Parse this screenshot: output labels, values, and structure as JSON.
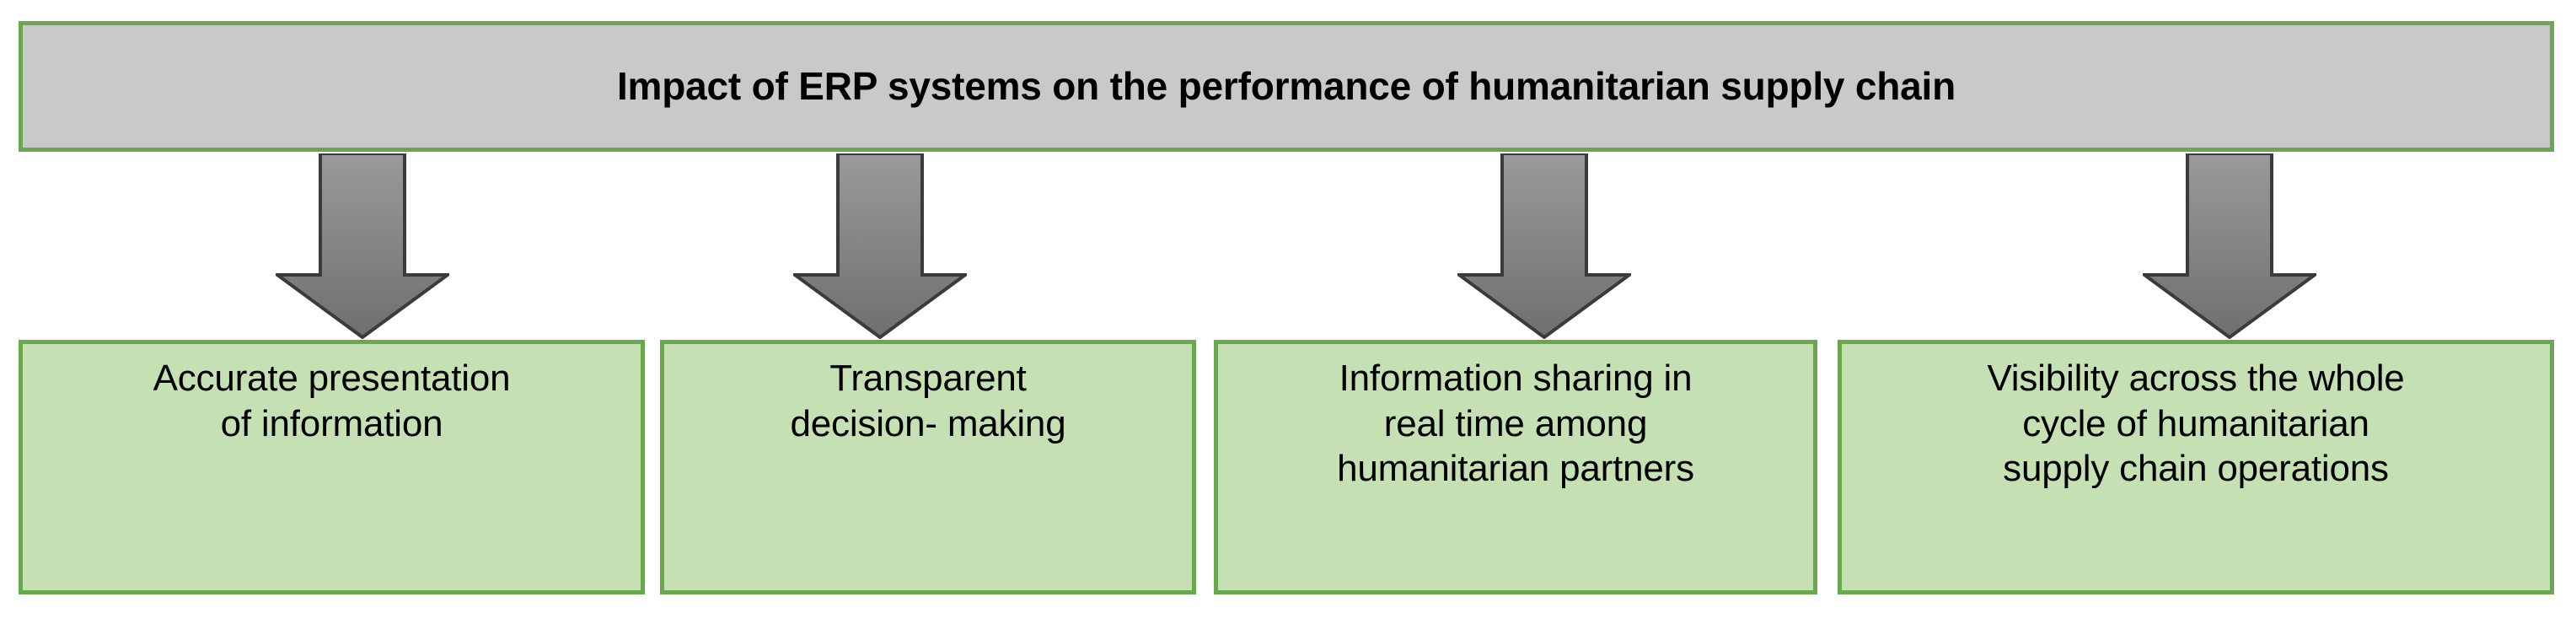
{
  "diagram": {
    "type": "top-down-hierarchy",
    "header": {
      "title": "Impact of ERP systems on the performance of humanitarian supply chain",
      "fill_color": "#c9c9c9",
      "border_color": "#6aa84f"
    },
    "connector": {
      "icon": "down-arrow-icon",
      "count": 4,
      "fill_color": "#808080",
      "outline_color": "#3b3b3b"
    },
    "nodes": [
      {
        "id": "accurate-presentation",
        "label": "Accurate presentation\nof information",
        "fill_color": "#c5e0b3",
        "border_color": "#6aa84f"
      },
      {
        "id": "transparent-decision-making",
        "label": "Transparent\ndecision- making",
        "fill_color": "#c5e0b3",
        "border_color": "#6aa84f"
      },
      {
        "id": "information-sharing",
        "label": "Information sharing in\nreal time among\nhumanitarian partners",
        "fill_color": "#c5e0b3",
        "border_color": "#6aa84f"
      },
      {
        "id": "visibility-whole-cycle",
        "label": "Visibility across the whole\ncycle of humanitarian\nsupply chain operations",
        "fill_color": "#c5e0b3",
        "border_color": "#6aa84f"
      }
    ]
  }
}
